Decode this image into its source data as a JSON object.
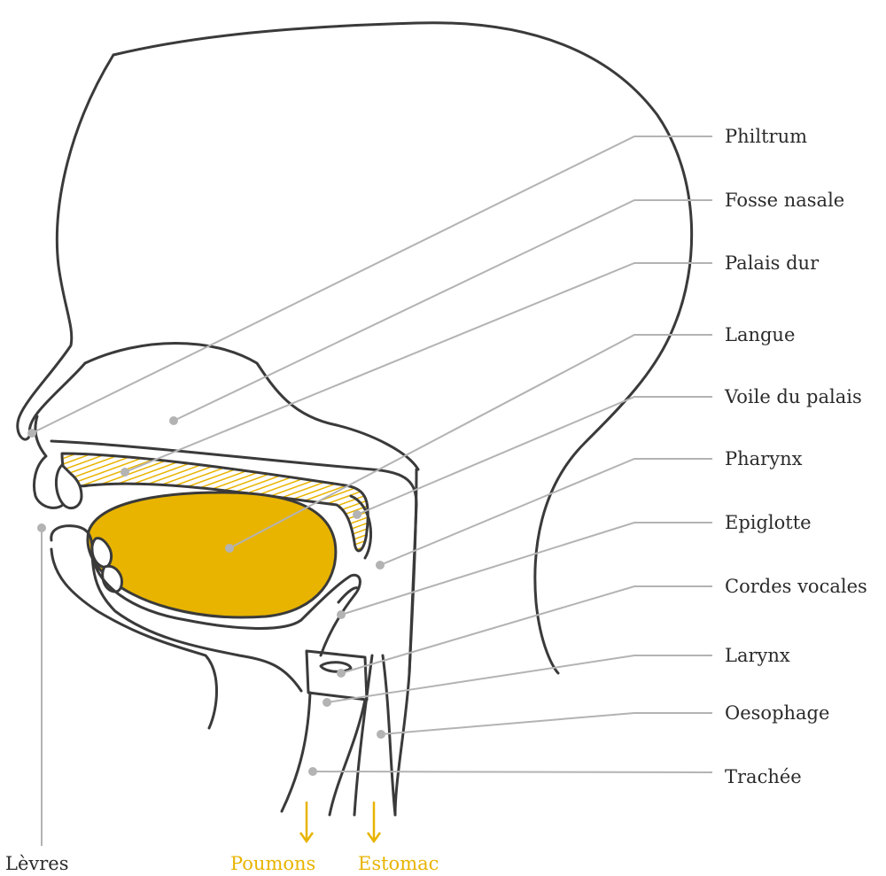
{
  "colors": {
    "accent": "#e8b400",
    "outline": "#3a3a3a",
    "leader": "#b3b3b3",
    "text": "#2b2b2b"
  },
  "labels": {
    "philtrum": "Philtrum",
    "fosse_nasale": "Fosse nasale",
    "palais_dur": "Palais dur",
    "langue": "Langue",
    "voile_du_palais": "Voile du palais",
    "pharynx": "Pharynx",
    "epiglotte": "Epiglotte",
    "cordes_vocales": "Cordes vocales",
    "larynx": "Larynx",
    "oesophage": "Oesophage",
    "trachee": "Trachée",
    "levres": "Lèvres",
    "poumons": "Poumons",
    "estomac": "Estomac"
  }
}
